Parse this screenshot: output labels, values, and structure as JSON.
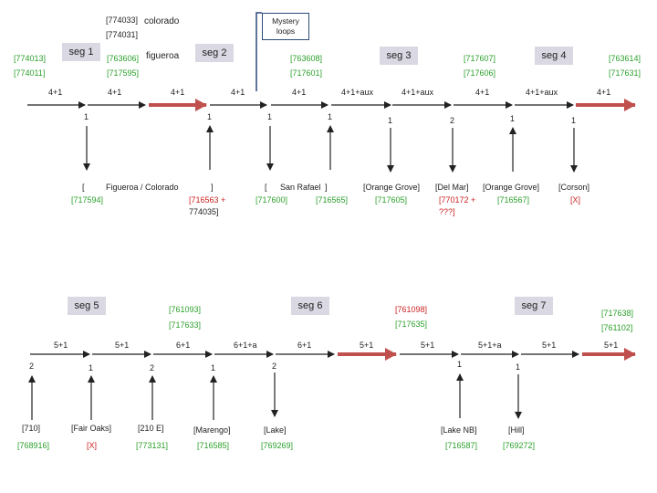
{
  "colors": {
    "highlight_arrow": "#c0504d",
    "green_text": "#2ca02c",
    "red_text": "#cc2222",
    "segment_box": "#d9d8e3"
  },
  "top_notes": {
    "ids_a": "[774033]",
    "ids_b": "[774031]",
    "colorado": "colorado",
    "figueroa": "figueroa",
    "mystery": "Mystery loops"
  },
  "segments": [
    "seg 1",
    "seg 2",
    "seg 3",
    "seg 4",
    "seg 5",
    "seg 6",
    "seg 7"
  ],
  "row1": {
    "boundary_ids": {
      "b1a": "[774013]",
      "b1b": "[774011]",
      "b2a": "[763606]",
      "b2b": "[717595]",
      "b3a": "[763608]",
      "b3b": "[717601]",
      "b4a": "[717607]",
      "b4b": "[717606]",
      "b5a": "[763614]",
      "b5b": "[717631]"
    },
    "lanes": [
      "4+1",
      "4+1",
      "4+1",
      "4+1",
      "4+1",
      "4+1+aux",
      "4+1+aux",
      "4+1",
      "4+1+aux",
      "4+1"
    ],
    "node_nums": [
      "1",
      "1",
      "1",
      "1",
      "1",
      "2",
      "1",
      "1"
    ],
    "labels": {
      "l1": "[",
      "l1b": "Figueroa  / Colorado",
      "l1id": "[717594]",
      "l2": "]",
      "l2id_a": "[716563 +",
      "l2id_b": "774035]",
      "l3": "[",
      "l3b": "San Rafael",
      "l3c": "]",
      "l3id": "[717600]",
      "l3id2": "[716565]",
      "l4": "[Orange Grove]",
      "l4id": "[717605]",
      "l5": "[Del Mar]",
      "l5id_a": "[770172 +",
      "l5id_b": "???]",
      "l6": "[Orange Grove]",
      "l6id": "[716567]",
      "l7": "[Corson]",
      "l7id": "[X]"
    }
  },
  "row2": {
    "boundary_ids": {
      "c1a": "[761093]",
      "c1b": "[717633]",
      "c2a": "[761098]",
      "c2b": "[717635]",
      "c3a": "[717638]",
      "c3b": "[761102]"
    },
    "lanes": [
      "5+1",
      "5+1",
      "6+1",
      "6+1+a",
      "6+1",
      "5+1",
      "5+1",
      "5+1+a",
      "5+1",
      "5+1"
    ],
    "node_nums": [
      "2",
      "1",
      "2",
      "1",
      "2",
      "1",
      "1"
    ],
    "labels": {
      "m1": "[710]",
      "m1id": "[768916]",
      "m2": "[Fair Oaks]",
      "m2id": "[X]",
      "m3": "[210 E]",
      "m3id": "[773131]",
      "m4": "[Marengo]",
      "m4id": "[716585]",
      "m5": "[Lake]",
      "m5id": "[769269]",
      "m6": "[Lake NB]",
      "m6id": "[716587]",
      "m7": "[Hill]",
      "m7id": "[769272]"
    }
  }
}
